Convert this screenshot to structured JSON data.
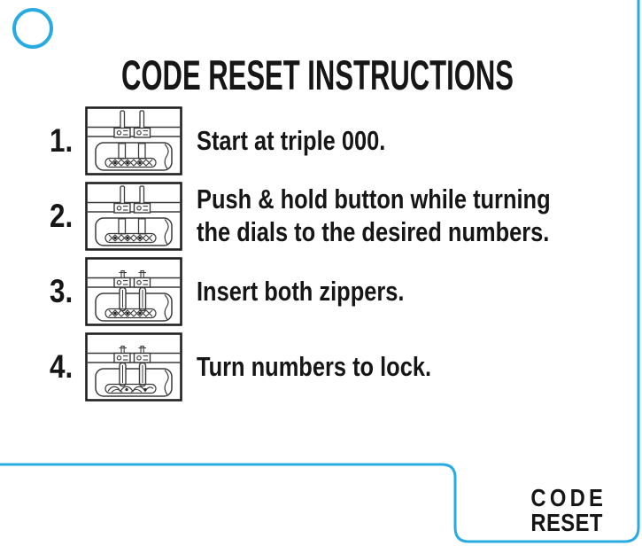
{
  "page": {
    "title": "CODE RESET INSTRUCTIONS"
  },
  "accent_color": "#29ABE2",
  "text_color": "#161616",
  "steps": [
    {
      "number": "1.",
      "lines": [
        "Start at triple 000."
      ],
      "illustration": "lock-zippers-out-icon"
    },
    {
      "number": "2.",
      "lines": [
        "Push & hold button while turning",
        "the dials to the desired numbers."
      ],
      "illustration": "lock-zippers-out-icon"
    },
    {
      "number": "3.",
      "lines": [
        "Insert both zippers."
      ],
      "illustration": "lock-zippers-inserted-icon"
    },
    {
      "number": "4.",
      "lines": [
        "Turn numbers to lock."
      ],
      "illustration": "lock-dials-turning-icon"
    }
  ],
  "footer": {
    "line1": "CODE",
    "line2": "RESET"
  }
}
